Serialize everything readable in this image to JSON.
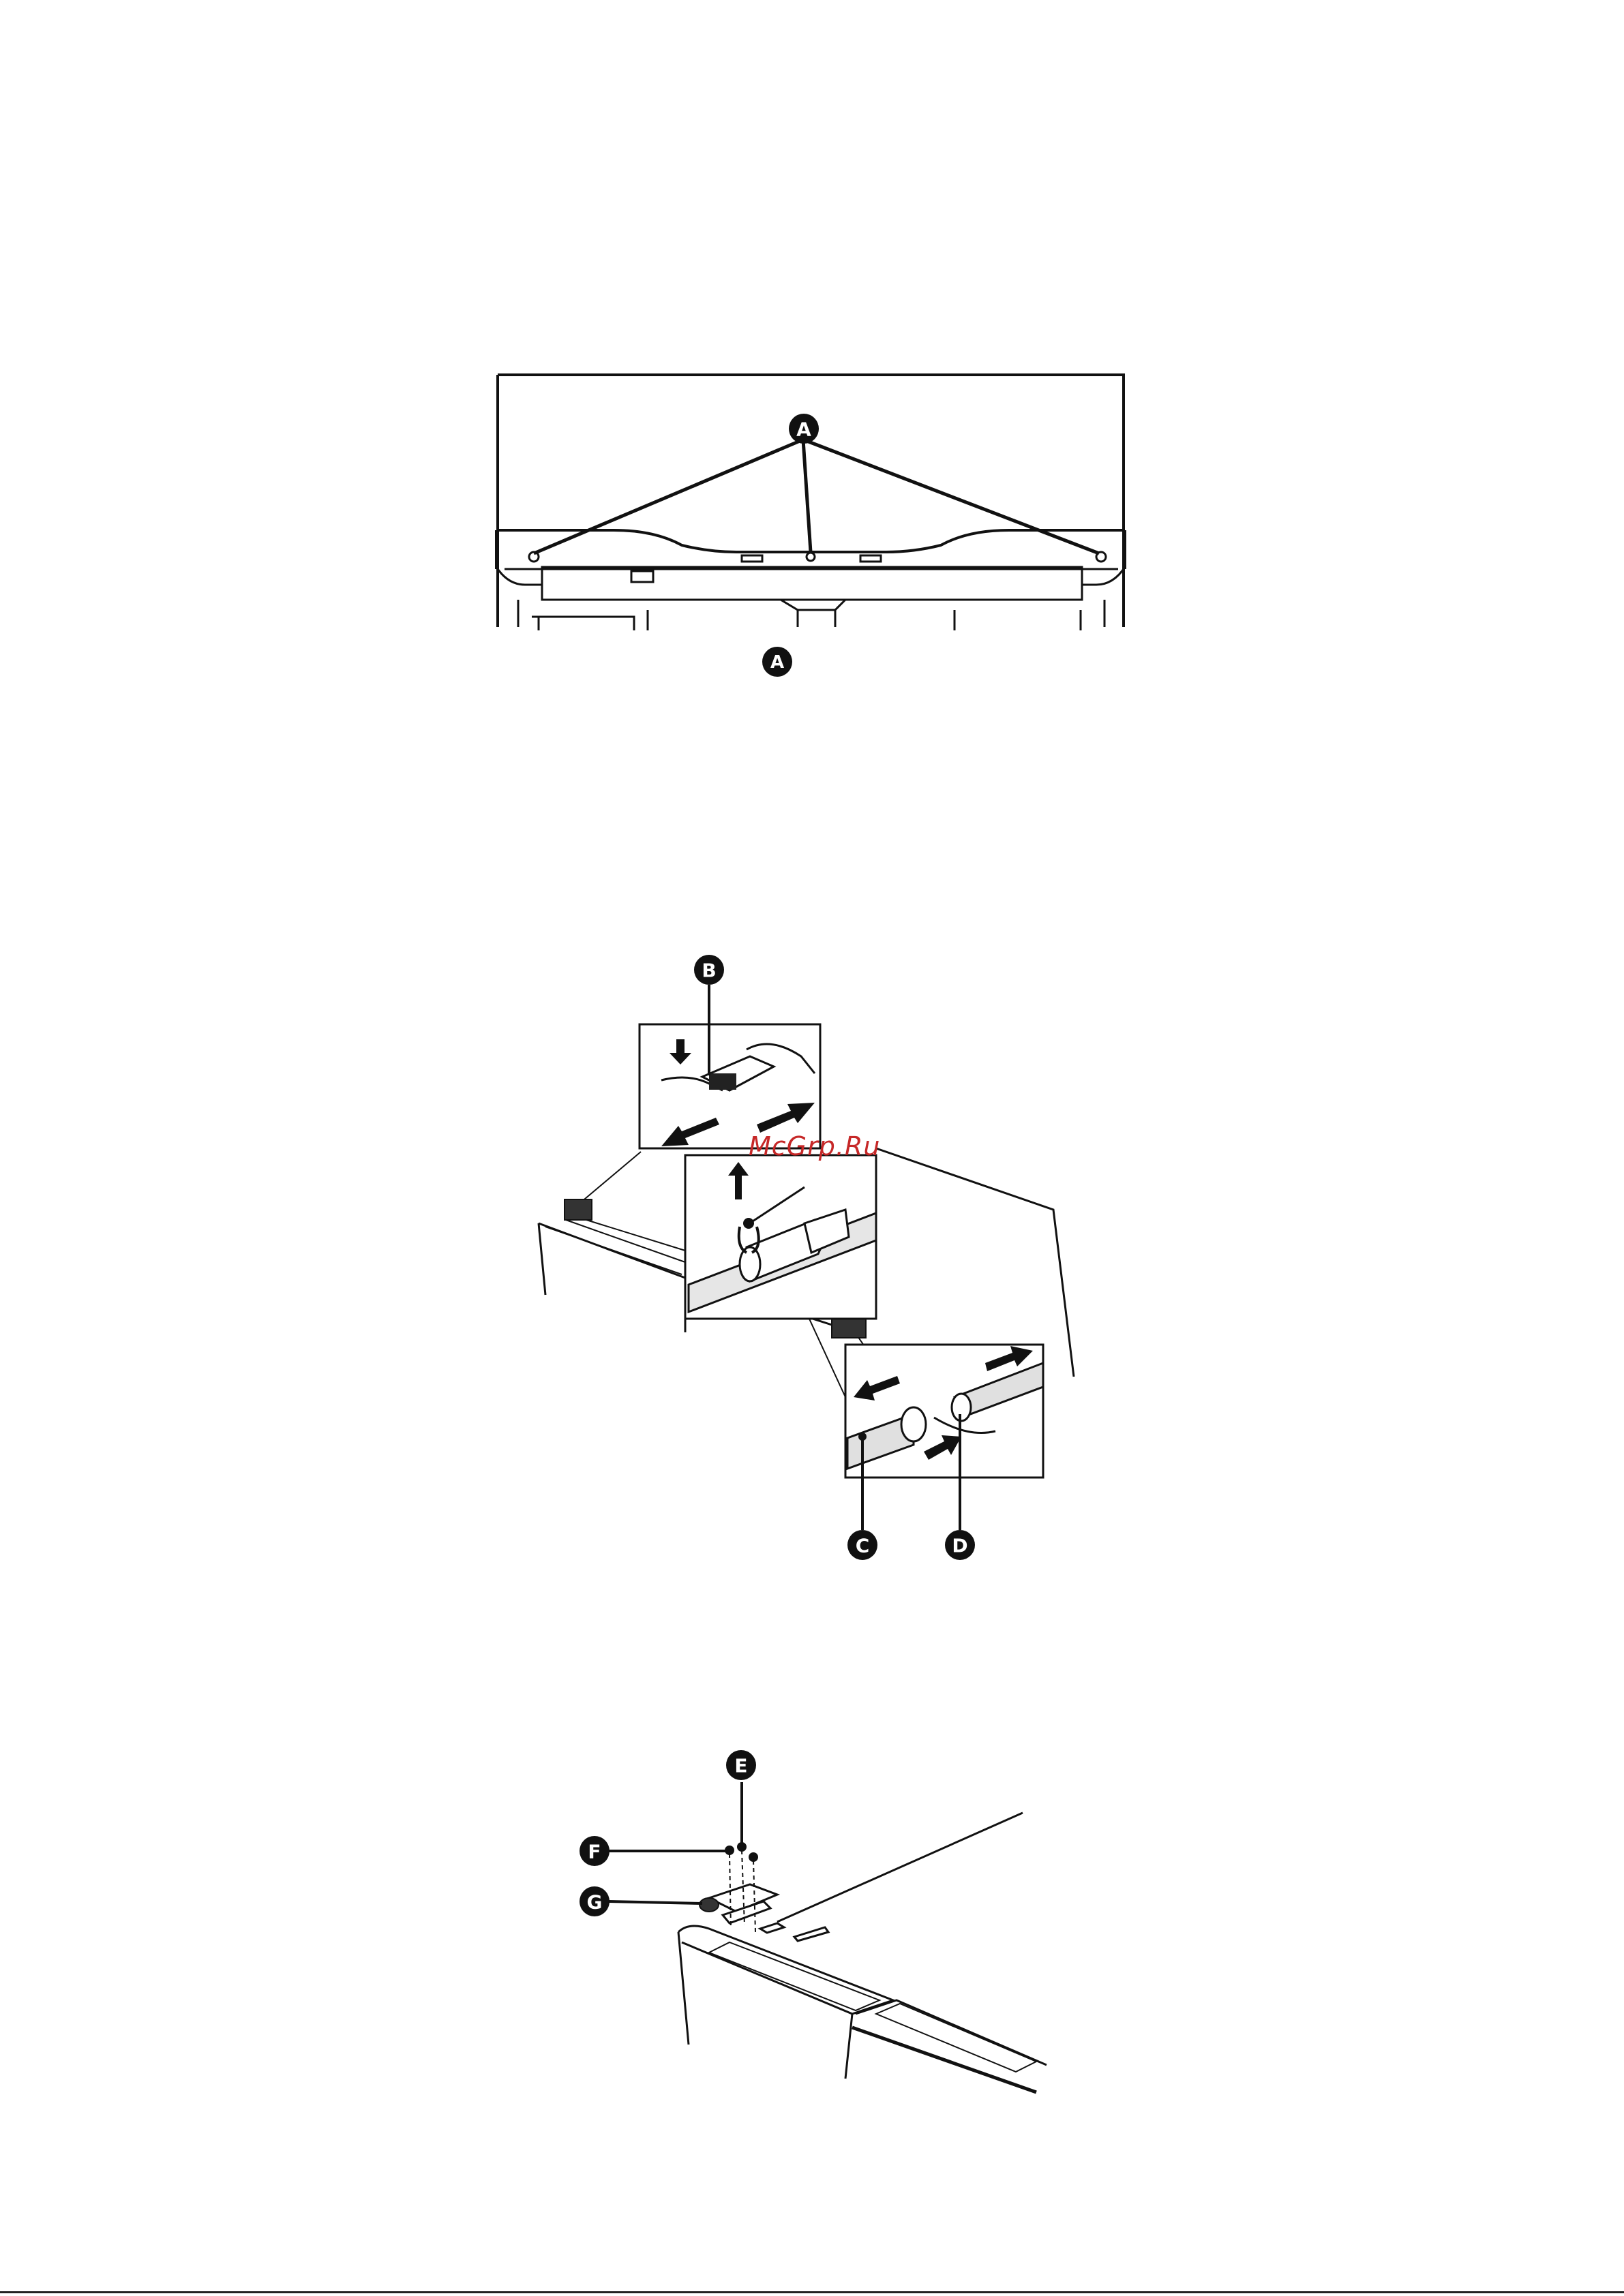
{
  "figures": {
    "top": {
      "callouts": [
        "A",
        "A"
      ]
    },
    "middle": {
      "callouts": [
        "B",
        "C",
        "D"
      ]
    },
    "bottom": {
      "callouts": [
        "E",
        "F",
        "G"
      ]
    }
  },
  "watermark": "McGrp.Ru"
}
